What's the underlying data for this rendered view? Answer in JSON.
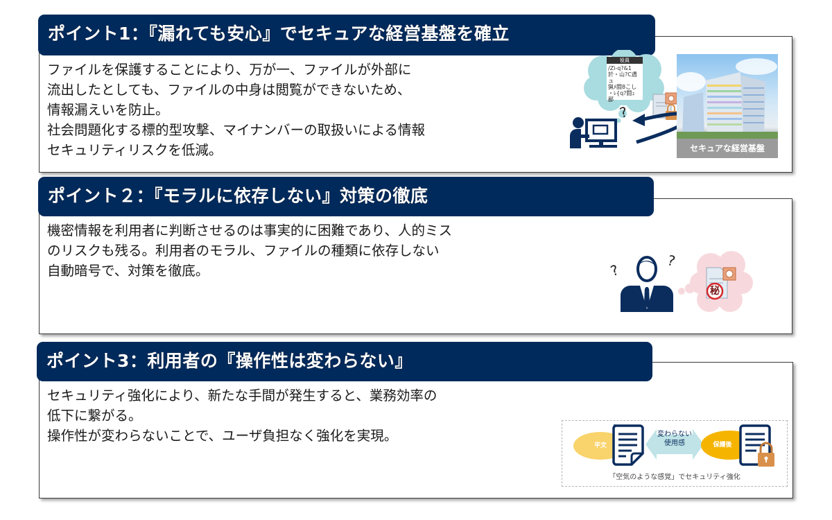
{
  "colors": {
    "header_bg": "#002a5c",
    "header_text": "#ffffff",
    "body_text": "#1a1a1a",
    "icon_navy": "#0b2d5e",
    "cloud_blue": "#a9dce0",
    "cloud_pink": "#f7d9dd",
    "ellipse_yellow": "#f9d36b",
    "ellipse_orange": "#f5b400",
    "arrow_lightblue": "#bfe3e6",
    "lock_orange": "#d9904a"
  },
  "points": [
    {
      "title": "ポイント1：『漏れても安心』でセキュアな経営基盤を確立",
      "lines": [
        "ファイルを保護することにより、万が一、ファイルが外部に",
        "流出したとしても、ファイルの中身は閲覧ができないため、",
        "情報漏えいを防止。",
        "社会問題化する標的型攻撃、マイナンバーの取扱いによる情報",
        "セキュリティリスクを低減。"
      ],
      "illustration": {
        "bubble_label": "役員",
        "bubble_garbled": [
          "/Zi-q?&1",
          "於・山?C遇ュ",
          "猟ﾒ闘8こし",
          "・ﾚ{q?闘ｭ",
          "鄙"
        ],
        "question_mark": "?",
        "photo_caption": "セキュアな経営基盤"
      }
    },
    {
      "title": "ポイント２：『モラルに依存しない』対策の徹底",
      "lines": [
        "機密情報を利用者に判断させるのは事実的に困難であり、人的ミス",
        "のリスクも残る。利用者のモラル、ファイルの種類に依存しない",
        "自動暗号で、対策を徹底。"
      ],
      "illustration": {
        "question_left": "?",
        "question_right": "?",
        "secret_stamp": "秘"
      }
    },
    {
      "title": "ポイント3：利用者の『操作性は変わらない』",
      "lines": [
        "セキュリティ強化により、新たな手間が発生すると、業務効率の",
        "低下に繋がる。",
        "操作性が変わらないことで、ユーザ負担なく強化を実現。"
      ],
      "diagram": {
        "left_label": "平文",
        "arrow_line1": "変わらない",
        "arrow_line2": "使用感",
        "right_label": "保護後",
        "caption": "「空気のような感覚」でセキュリティ強化"
      }
    }
  ]
}
